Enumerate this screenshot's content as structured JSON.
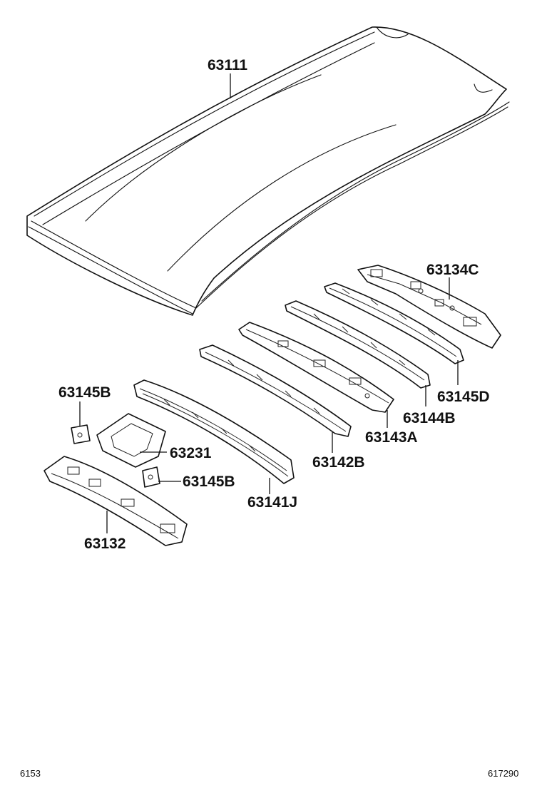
{
  "diagram": {
    "parts": {
      "roof_panel": "63111",
      "rear_header_right": "63134C",
      "bracket_right": "63145D",
      "roof_bow_4": "63144B",
      "roof_bow_3": "63143A",
      "roof_bow_2": "63142B",
      "front_header": "63141J",
      "bracket_left_upper": "63145B",
      "bracket_left_lower": "63145B",
      "reinforcement_plate": "63231",
      "rear_header_left": "63132"
    },
    "footer": {
      "left_code": "6153",
      "right_code": "617290"
    }
  }
}
